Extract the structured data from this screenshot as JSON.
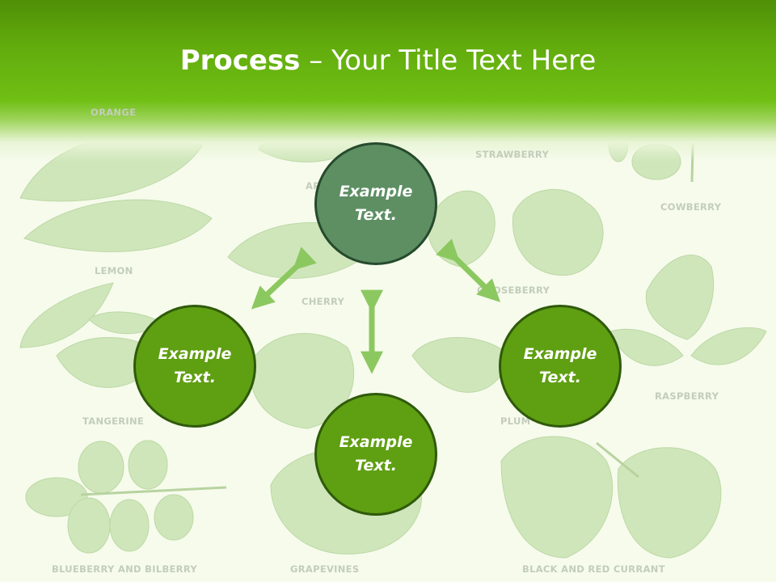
{
  "title": {
    "bold": "Process",
    "rest": " – Your Title Text Here"
  },
  "leaf_labels": {
    "orange": "ORANGE",
    "strawberry": "STRAWBERRY",
    "cowberry": "COWBERRY",
    "lemon": "LEMON",
    "cherry": "CHERRY",
    "gooseberry": "GOOSEBERRY",
    "raspberry": "RASPBERRY",
    "tangerine": "TANGERINE",
    "plum": "PLUM",
    "apple": "AP",
    "blueberry": "BLUEBERRY AND BILBERRY",
    "grapevines": "GRAPEVINES",
    "currant": "BLACK AND RED CURRANT"
  },
  "circles": {
    "top": {
      "line1": "Example",
      "line2": "Text."
    },
    "left": {
      "line1": "Example",
      "line2": "Text."
    },
    "right": {
      "line1": "Example",
      "line2": "Text."
    },
    "bottom": {
      "line1": "Example",
      "line2": "Text."
    }
  },
  "colors": {
    "header": "#62ab0d",
    "circle_fill": "#5f9f12",
    "circle_top_fill": "#5d8f63",
    "arrow": "#8cc860"
  }
}
